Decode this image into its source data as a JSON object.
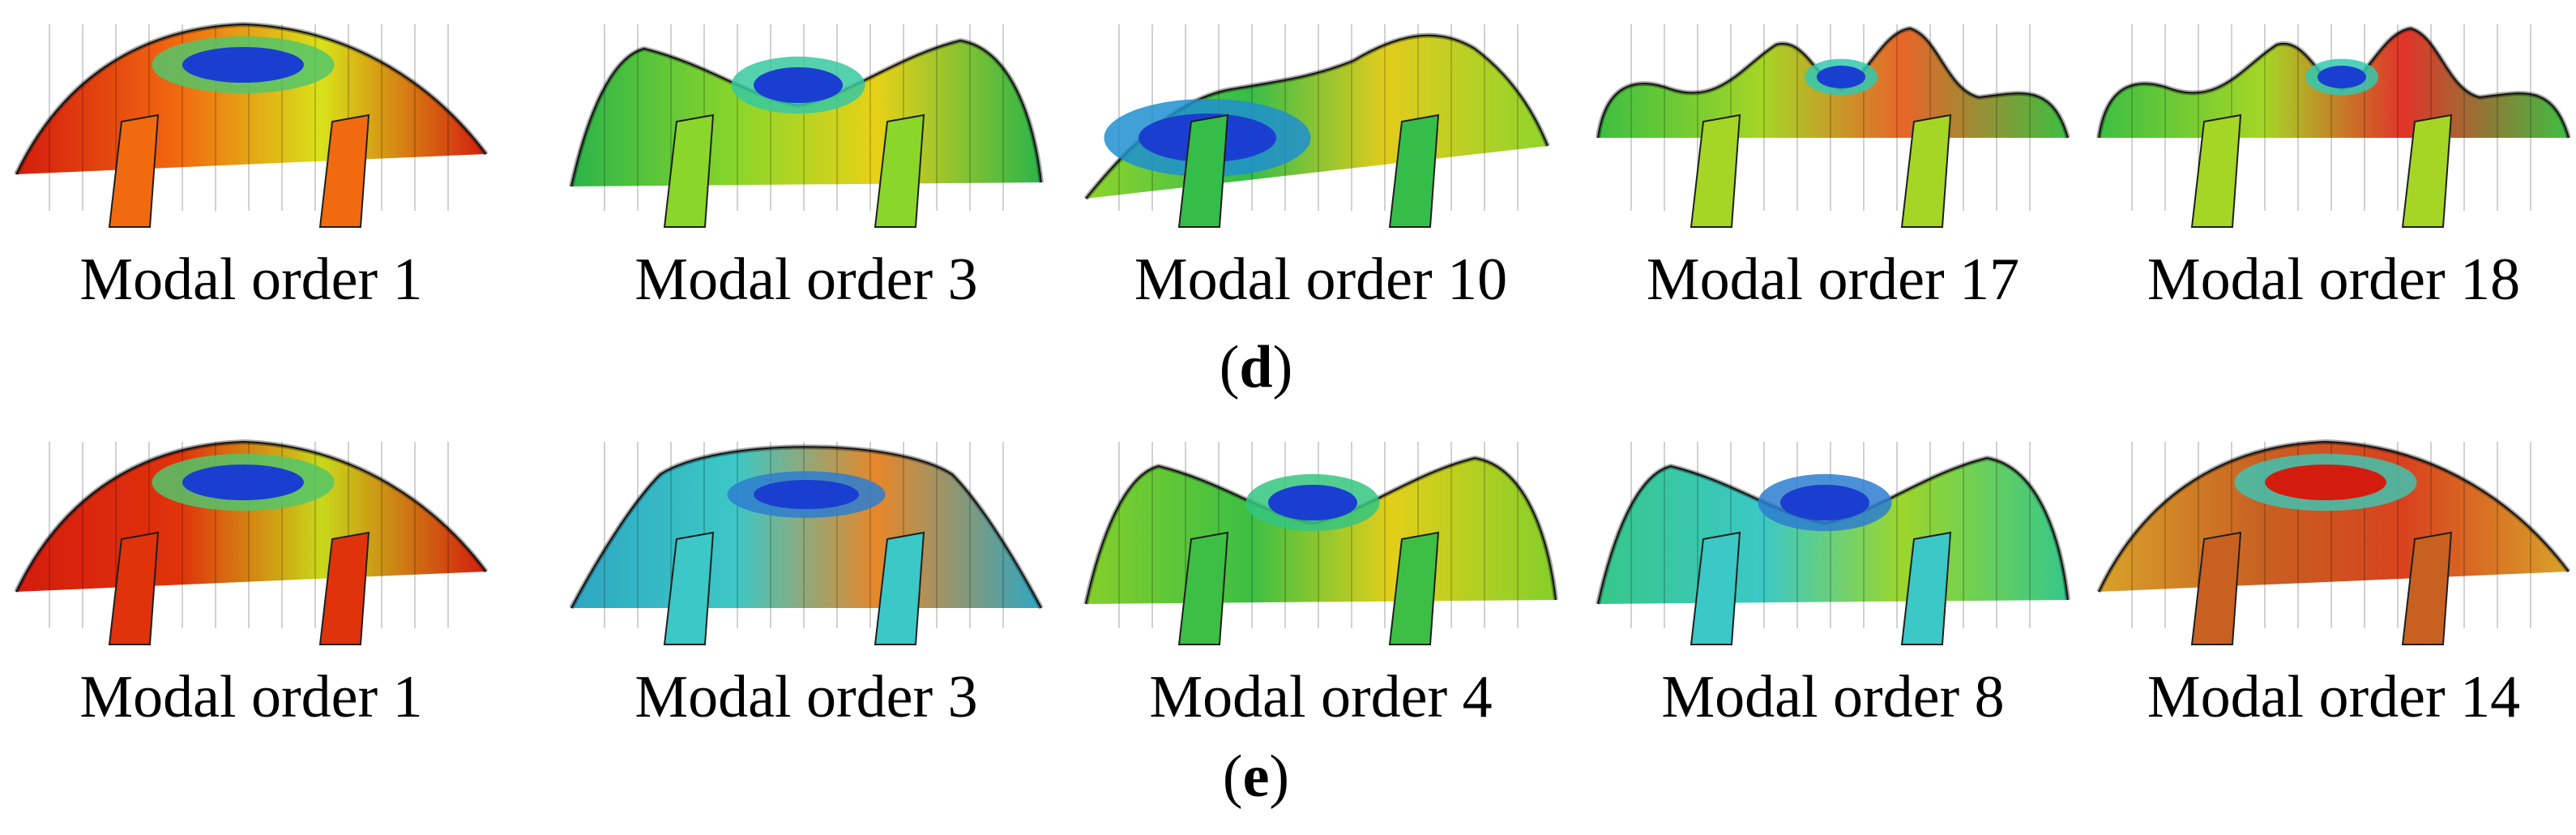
{
  "groups": [
    {
      "label_open": "(",
      "label_letter": "d",
      "label_close": ")",
      "panels": [
        {
          "caption": "Modal order 1",
          "shape": "arch",
          "colors": [
            "#d41c0e",
            "#f26a10",
            "#d8e21a",
            "#52c66a",
            "#1a3fd0"
          ]
        },
        {
          "caption": "Modal order 3",
          "shape": "saddle",
          "colors": [
            "#2bb44a",
            "#8ad62a",
            "#e8d118",
            "#37c9a0",
            "#1a3fd0"
          ]
        },
        {
          "caption": "Modal order 10",
          "shape": "twist",
          "colors": [
            "#8fd42c",
            "#35bd4a",
            "#e2cc1c",
            "#1f8fd0",
            "#1a3fd0"
          ]
        },
        {
          "caption": "Modal order 17",
          "shape": "wave",
          "colors": [
            "#3dbf42",
            "#a5d626",
            "#e7652a",
            "#33c9b0",
            "#1a3fd0"
          ]
        },
        {
          "caption": "Modal order 18",
          "shape": "wave",
          "colors": [
            "#3dbf42",
            "#a5d626",
            "#e1332a",
            "#33c9b0",
            "#1a3fd0"
          ]
        }
      ]
    },
    {
      "label_open": "(",
      "label_letter": "e",
      "label_close": ")",
      "panels": [
        {
          "caption": "Modal order 1",
          "shape": "arch",
          "colors": [
            "#d41c0e",
            "#e0330c",
            "#c8d81a",
            "#52c66a",
            "#1a3fd0"
          ]
        },
        {
          "caption": "Modal order 3",
          "shape": "flat",
          "colors": [
            "#2ea7c2",
            "#3cc8c6",
            "#e7872a",
            "#2d7ed0",
            "#1a3fd0"
          ]
        },
        {
          "caption": "Modal order 4",
          "shape": "saddle",
          "colors": [
            "#84cf2a",
            "#3cbf44",
            "#e3cf1a",
            "#35c680",
            "#1a3fd0"
          ]
        },
        {
          "caption": "Modal order 8",
          "shape": "saddle",
          "colors": [
            "#36c78a",
            "#3cc8c6",
            "#9bd62c",
            "#2d7ed0",
            "#1a3fd0"
          ]
        },
        {
          "caption": "Modal order 14",
          "shape": "arch",
          "colors": [
            "#d9a22a",
            "#c86022",
            "#d8421e",
            "#3fc3b0",
            "#d41c0e"
          ]
        }
      ]
    }
  ]
}
